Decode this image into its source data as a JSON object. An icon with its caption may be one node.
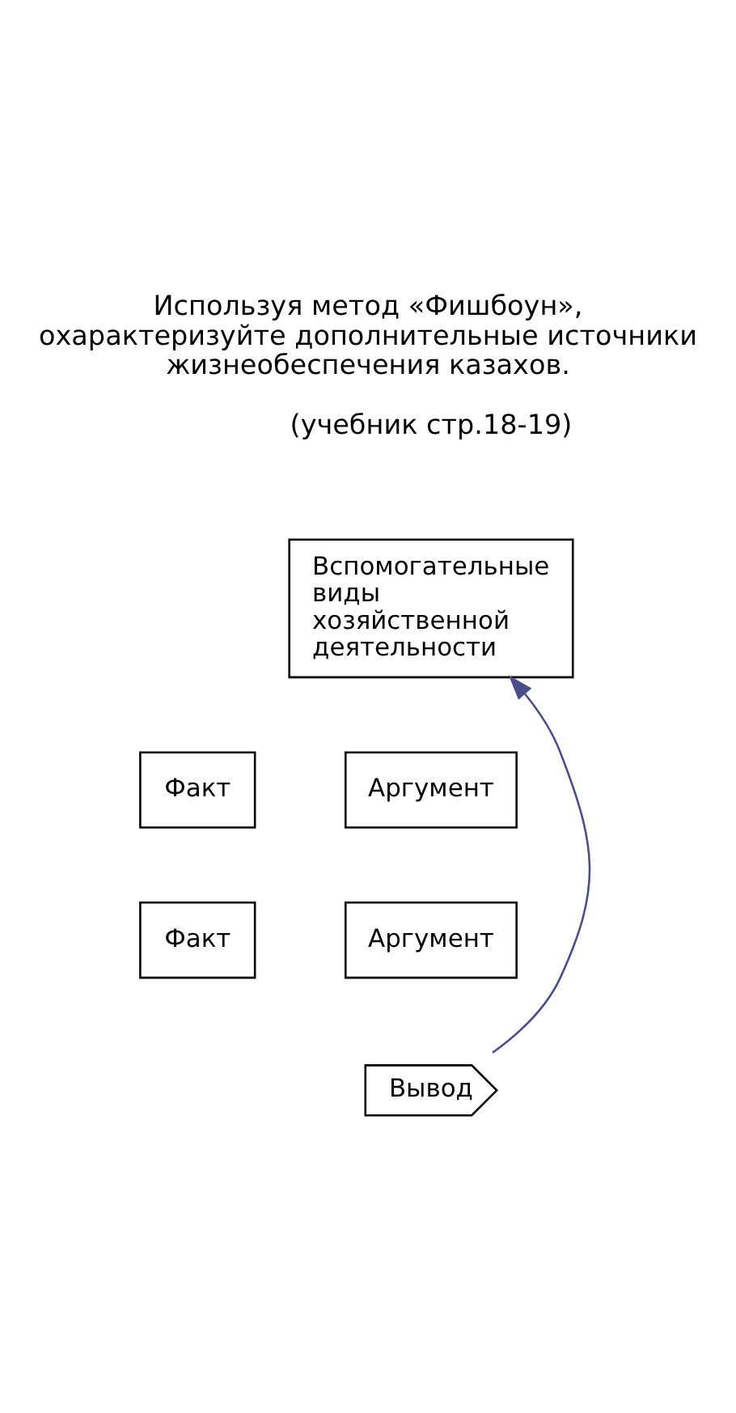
{
  "diagram": {
    "title": "Используя метод «Фишбоун», охарактеризуйте дополнительные источники жизнеобеспечения казахов.",
    "nodes": [
      {
        "text": [
          "Вспомогательные виды хозяйственной деятельности"
        ]
      },
      {
        "text": [
          "Аргумент"
        ]
      },
      {
        "text": [
          "Факт"
        ]
      },
      {
        "text": [
          "Аргумент"
        ]
      },
      {
        "text": [
          "Факт"
        ]
      },
      {
        "text": [
          "Вывод"
        ]
      }
    ],
    "edges": [
      {
        "from": 5,
        "to": 0,
        "arrow": "to"
      }
    ],
    "labels": [
      "(учебник стр.18-19)"
    ]
  }
}
